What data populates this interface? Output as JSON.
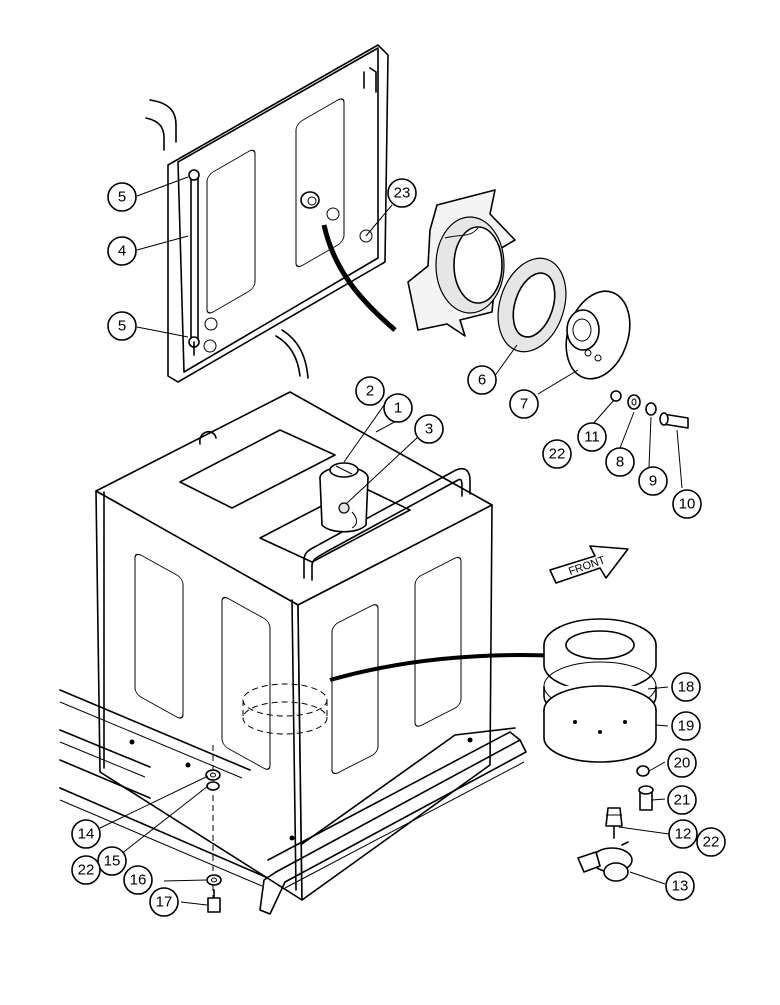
{
  "diagram": {
    "callouts": [
      {
        "id": "c1",
        "label": "1"
      },
      {
        "id": "c2",
        "label": "2"
      },
      {
        "id": "c3",
        "label": "3"
      },
      {
        "id": "c4",
        "label": "4"
      },
      {
        "id": "c5a",
        "label": "5"
      },
      {
        "id": "c5b",
        "label": "5"
      },
      {
        "id": "c6",
        "label": "6"
      },
      {
        "id": "c7",
        "label": "7"
      },
      {
        "id": "c8",
        "label": "8"
      },
      {
        "id": "c9",
        "label": "9"
      },
      {
        "id": "c10",
        "label": "10"
      },
      {
        "id": "c11",
        "label": "11"
      },
      {
        "id": "c12",
        "label": "12"
      },
      {
        "id": "c13",
        "label": "13"
      },
      {
        "id": "c14",
        "label": "14"
      },
      {
        "id": "c15",
        "label": "15"
      },
      {
        "id": "c16",
        "label": "16"
      },
      {
        "id": "c17",
        "label": "17"
      },
      {
        "id": "c18",
        "label": "18"
      },
      {
        "id": "c19",
        "label": "19"
      },
      {
        "id": "c20",
        "label": "20"
      },
      {
        "id": "c21",
        "label": "21"
      },
      {
        "id": "c22a",
        "label": "22"
      },
      {
        "id": "c22b",
        "label": "22"
      },
      {
        "id": "c22c",
        "label": "22"
      },
      {
        "id": "c23",
        "label": "23"
      }
    ],
    "front_arrow_label": "FRONT"
  }
}
